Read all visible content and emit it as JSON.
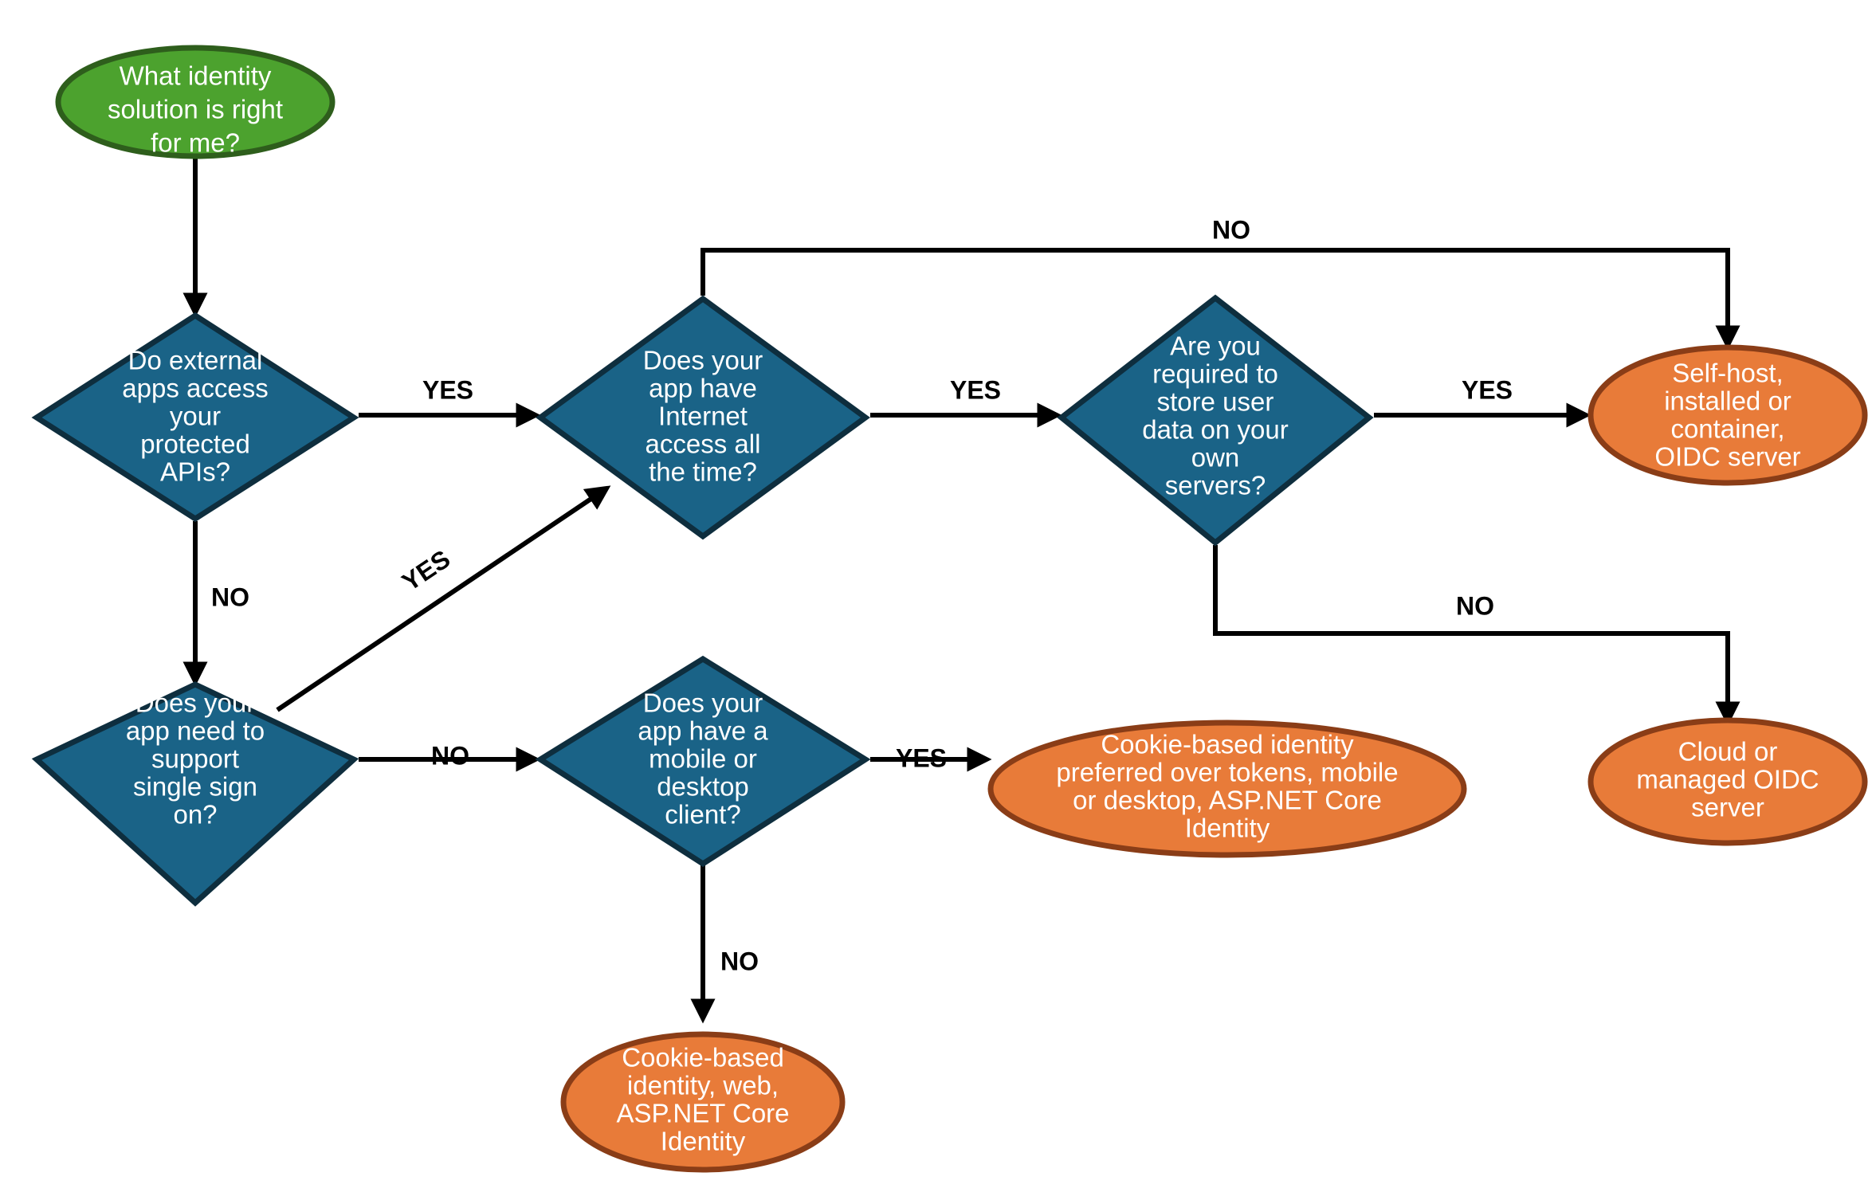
{
  "diagram": {
    "title": "What identity solution is right for me?",
    "type": "decision-flowchart",
    "colors": {
      "start_fill": "#4CA22E",
      "start_stroke": "#2E5E1C",
      "decision_fill": "#1A6387",
      "decision_stroke": "#0E2E3E",
      "terminal_fill": "#E87B39",
      "terminal_stroke": "#8A3D17",
      "edge": "#000000",
      "background": "#FFFFFF"
    }
  },
  "nodes": {
    "start": {
      "id": "start",
      "shape": "ellipse",
      "kind": "start",
      "lines": [
        "What identity",
        "solution is right",
        "for me?"
      ]
    },
    "d_external_apis": {
      "id": "d_external_apis",
      "shape": "diamond",
      "kind": "decision",
      "lines": [
        "Do external",
        "apps access",
        "your",
        "protected",
        "APIs?"
      ]
    },
    "d_internet": {
      "id": "d_internet",
      "shape": "diamond",
      "kind": "decision",
      "lines": [
        "Does your",
        "app have",
        "Internet",
        "access all",
        "the time?"
      ]
    },
    "d_store_user_data": {
      "id": "d_store_user_data",
      "shape": "diamond",
      "kind": "decision",
      "lines": [
        "Are you",
        "required to",
        "store user",
        "data on your",
        "own",
        "servers?"
      ]
    },
    "d_sso": {
      "id": "d_sso",
      "shape": "diamond",
      "kind": "decision",
      "lines": [
        "Does your",
        "app need to",
        "support",
        "single sign",
        "on?"
      ]
    },
    "d_mobile_desktop": {
      "id": "d_mobile_desktop",
      "shape": "diamond",
      "kind": "decision",
      "lines": [
        "Does your",
        "app have a",
        "mobile or",
        "desktop",
        "client?"
      ]
    },
    "t_self_host": {
      "id": "t_self_host",
      "shape": "ellipse",
      "kind": "terminal",
      "lines": [
        "Self-host,",
        "installed or",
        "container,",
        "OIDC server"
      ]
    },
    "t_cloud_managed": {
      "id": "t_cloud_managed",
      "shape": "ellipse",
      "kind": "terminal",
      "lines": [
        "Cloud or",
        "managed OIDC",
        "server"
      ]
    },
    "t_cookie_mobile": {
      "id": "t_cookie_mobile",
      "shape": "ellipse",
      "kind": "terminal",
      "lines": [
        "Cookie-based identity",
        "preferred over tokens, mobile",
        "or desktop, ASP.NET Core",
        "Identity"
      ]
    },
    "t_cookie_web": {
      "id": "t_cookie_web",
      "shape": "ellipse",
      "kind": "terminal",
      "lines": [
        "Cookie-based",
        "identity, web,",
        "ASP.NET Core",
        "Identity"
      ]
    }
  },
  "edges": [
    {
      "id": "e_start_to_external",
      "from": "start",
      "to": "d_external_apis",
      "label": ""
    },
    {
      "id": "e_external_yes",
      "from": "d_external_apis",
      "to": "d_internet",
      "label": "YES"
    },
    {
      "id": "e_external_no",
      "from": "d_external_apis",
      "to": "d_sso",
      "label": "NO"
    },
    {
      "id": "e_sso_yes",
      "from": "d_sso",
      "to": "d_internet",
      "label": "YES"
    },
    {
      "id": "e_sso_no",
      "from": "d_sso",
      "to": "d_mobile_desktop",
      "label": "NO"
    },
    {
      "id": "e_internet_yes",
      "from": "d_internet",
      "to": "d_store_user_data",
      "label": "YES"
    },
    {
      "id": "e_internet_no",
      "from": "d_internet",
      "to": "t_self_host",
      "label": "NO"
    },
    {
      "id": "e_store_yes",
      "from": "d_store_user_data",
      "to": "t_self_host",
      "label": "YES"
    },
    {
      "id": "e_store_no",
      "from": "d_store_user_data",
      "to": "t_cloud_managed",
      "label": "NO"
    },
    {
      "id": "e_mobile_yes",
      "from": "d_mobile_desktop",
      "to": "t_cookie_mobile",
      "label": "YES"
    },
    {
      "id": "e_mobile_no",
      "from": "d_mobile_desktop",
      "to": "t_cookie_web",
      "label": "NO"
    }
  ]
}
